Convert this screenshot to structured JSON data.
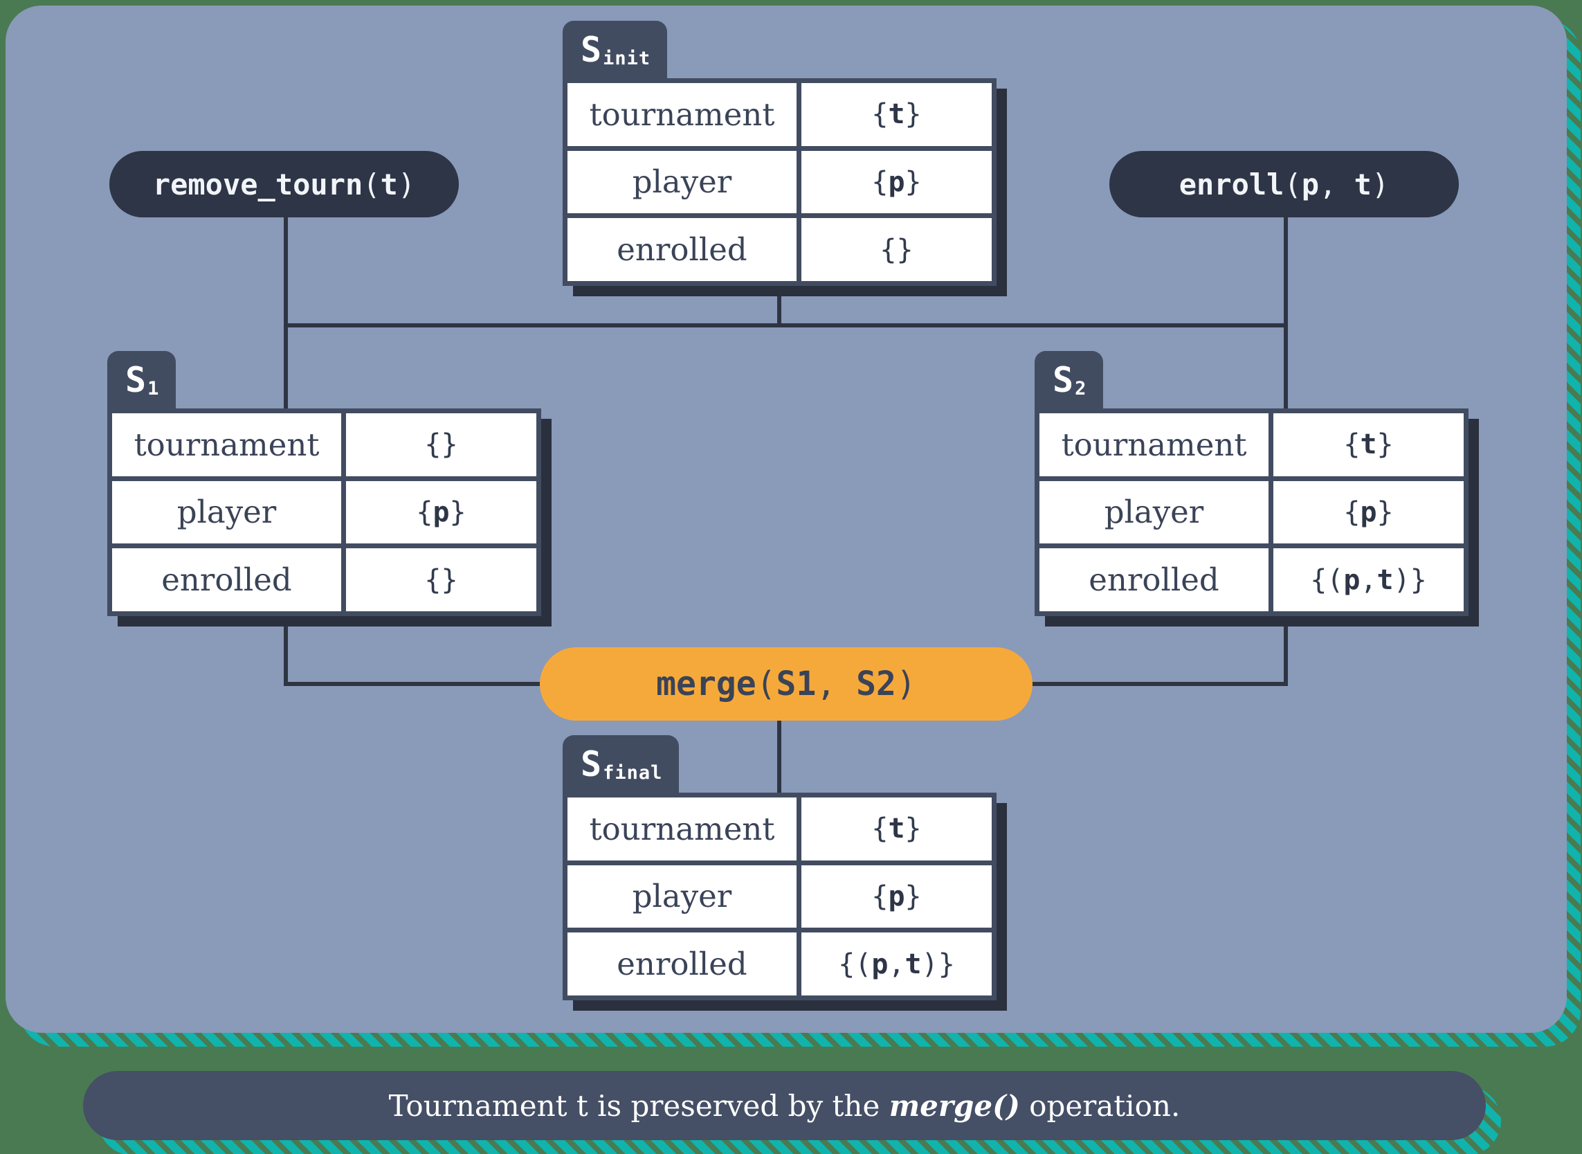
{
  "palette": {
    "page_green": "#4a7a52",
    "stripe_teal": "#10b4ac",
    "panel_blue": "#8a9ab9",
    "pill_slate": "#2e3547",
    "table_slate": "#424c61",
    "caption_slate": "#454f66",
    "shadow_slate": "#2a303e",
    "connector": "#2e3542",
    "accent_orange": "#f6a93b",
    "cell_white": "#ffffff",
    "text_dark": "#3a4357"
  },
  "operations": {
    "remove": {
      "label": "remove_tourn(t)"
    },
    "enroll": {
      "label": "enroll(p, t)"
    },
    "merge": {
      "label": "merge(S1, S2)"
    }
  },
  "states": [
    {
      "tab_base": "S",
      "tab_sub": "init",
      "rows": [
        {
          "field": "tournament",
          "value": "{t}"
        },
        {
          "field": "player",
          "value": "{p}"
        },
        {
          "field": "enrolled",
          "value": "{}"
        }
      ]
    },
    {
      "tab_base": "S",
      "tab_sub": "1",
      "rows": [
        {
          "field": "tournament",
          "value": "{}"
        },
        {
          "field": "player",
          "value": "{p}"
        },
        {
          "field": "enrolled",
          "value": "{}"
        }
      ]
    },
    {
      "tab_base": "S",
      "tab_sub": "2",
      "rows": [
        {
          "field": "tournament",
          "value": "{t}"
        },
        {
          "field": "player",
          "value": "{p}"
        },
        {
          "field": "enrolled",
          "value": "{(p, t)}"
        }
      ]
    },
    {
      "tab_base": "S",
      "tab_sub": "final",
      "rows": [
        {
          "field": "tournament",
          "value": "{t}"
        },
        {
          "field": "player",
          "value": "{p}"
        },
        {
          "field": "enrolled",
          "value": "{(p, t)}"
        }
      ]
    }
  ],
  "caption": {
    "prefix": "Tournament t is preserved by the ",
    "highlight": "merge()",
    "suffix": " operation."
  }
}
